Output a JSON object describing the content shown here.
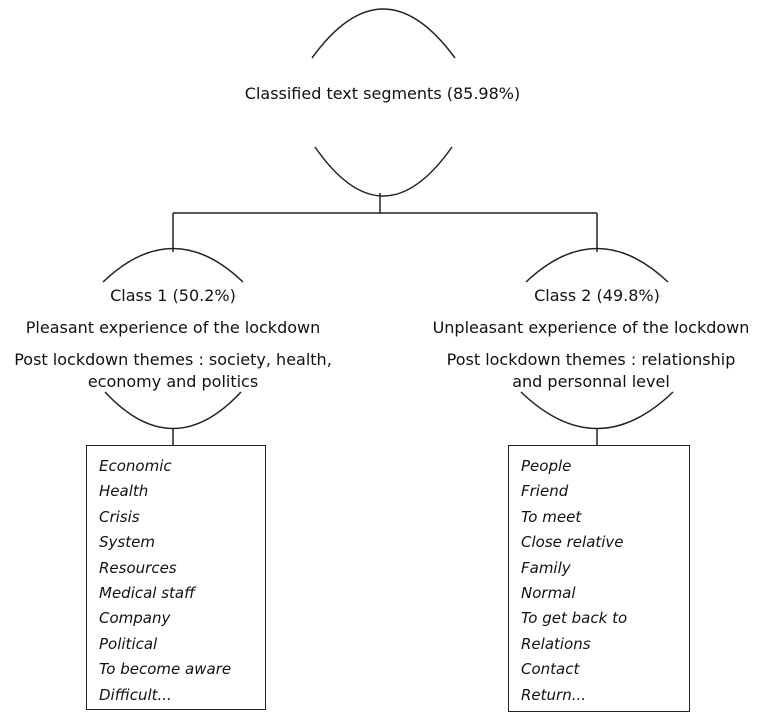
{
  "root": {
    "label": "Classified text segments (85.98%)"
  },
  "classes": [
    {
      "name": "Class 1 (50.2%)",
      "experience": "Pleasant experience of the lockdown",
      "themes_line1": "Post lockdown themes : society, health,",
      "themes_line2": "economy and politics",
      "words": [
        "Economic",
        "Health",
        "Crisis",
        "System",
        "Resources",
        "Medical staff",
        "Company",
        "Political",
        "To become aware",
        "Difficult..."
      ]
    },
    {
      "name": "Class 2 (49.8%)",
      "experience": "Unpleasant experience of the lockdown",
      "themes_line1": "Post lockdown themes : relationship",
      "themes_line2": "and personnal level",
      "words": [
        "People",
        "Friend",
        "To meet",
        "Close relative",
        "Family",
        "Normal",
        "To get back to",
        "Relations",
        "Contact",
        "Return..."
      ]
    }
  ]
}
